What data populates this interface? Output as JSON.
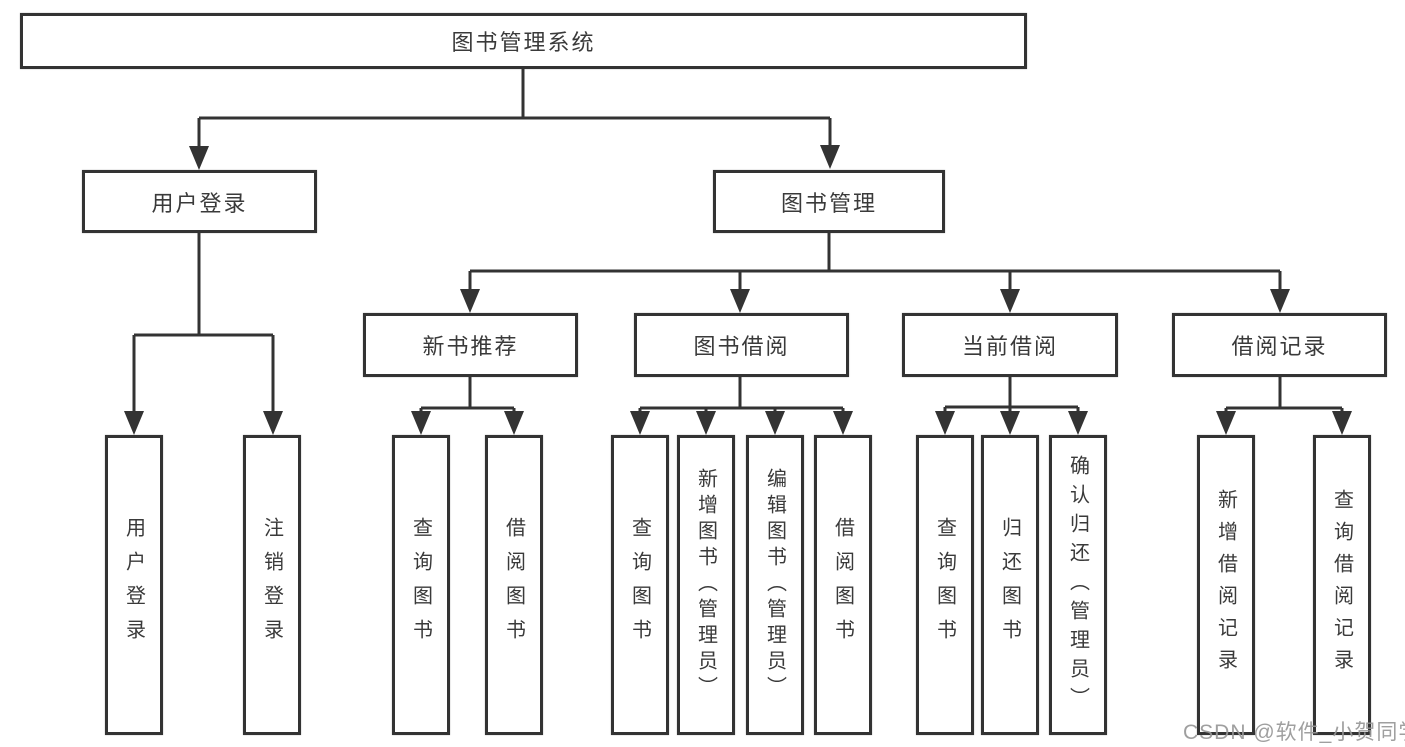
{
  "nodes": {
    "root": {
      "label": "图书管理系统"
    },
    "user_login": {
      "label": "用户登录"
    },
    "book_mgmt": {
      "label": "图书管理"
    },
    "new_book_rec": {
      "label": "新书推荐"
    },
    "book_borrow": {
      "label": "图书借阅"
    },
    "current_borrow": {
      "label": "当前借阅"
    },
    "borrow_records": {
      "label": "借阅记录"
    },
    "user_login_leaf": {
      "label": "用户登录"
    },
    "logout_leaf": {
      "label": "注销登录"
    },
    "rec_query": {
      "label": "查询图书"
    },
    "rec_borrow": {
      "label": "借阅图书"
    },
    "bb_query": {
      "label": "查询图书"
    },
    "bb_add": {
      "label": "新增图书（管理员）"
    },
    "bb_edit": {
      "label": "编辑图书（管理员）"
    },
    "bb_borrow": {
      "label": "借阅图书"
    },
    "cb_query": {
      "label": "查询图书"
    },
    "cb_return": {
      "label": "归还图书"
    },
    "cb_confirm": {
      "label": "确认归还（管理员）"
    },
    "br_add": {
      "label": "新增借阅记录"
    },
    "br_query": {
      "label": "查询借阅记录"
    }
  },
  "hierarchy": {
    "root": {
      "user_login": [
        "user_login_leaf",
        "logout_leaf"
      ],
      "book_mgmt": {
        "new_book_rec": [
          "rec_query",
          "rec_borrow"
        ],
        "book_borrow": [
          "bb_query",
          "bb_add",
          "bb_edit",
          "bb_borrow"
        ],
        "current_borrow": [
          "cb_query",
          "cb_return",
          "cb_confirm"
        ],
        "borrow_records": [
          "br_add",
          "br_query"
        ]
      }
    }
  },
  "watermark": "CSDN @软件_小贺同学",
  "colors": {
    "line": "#333333",
    "border": "#333333",
    "text": "#3a3a3a",
    "background": "#ffffff",
    "watermark": "#979797"
  }
}
